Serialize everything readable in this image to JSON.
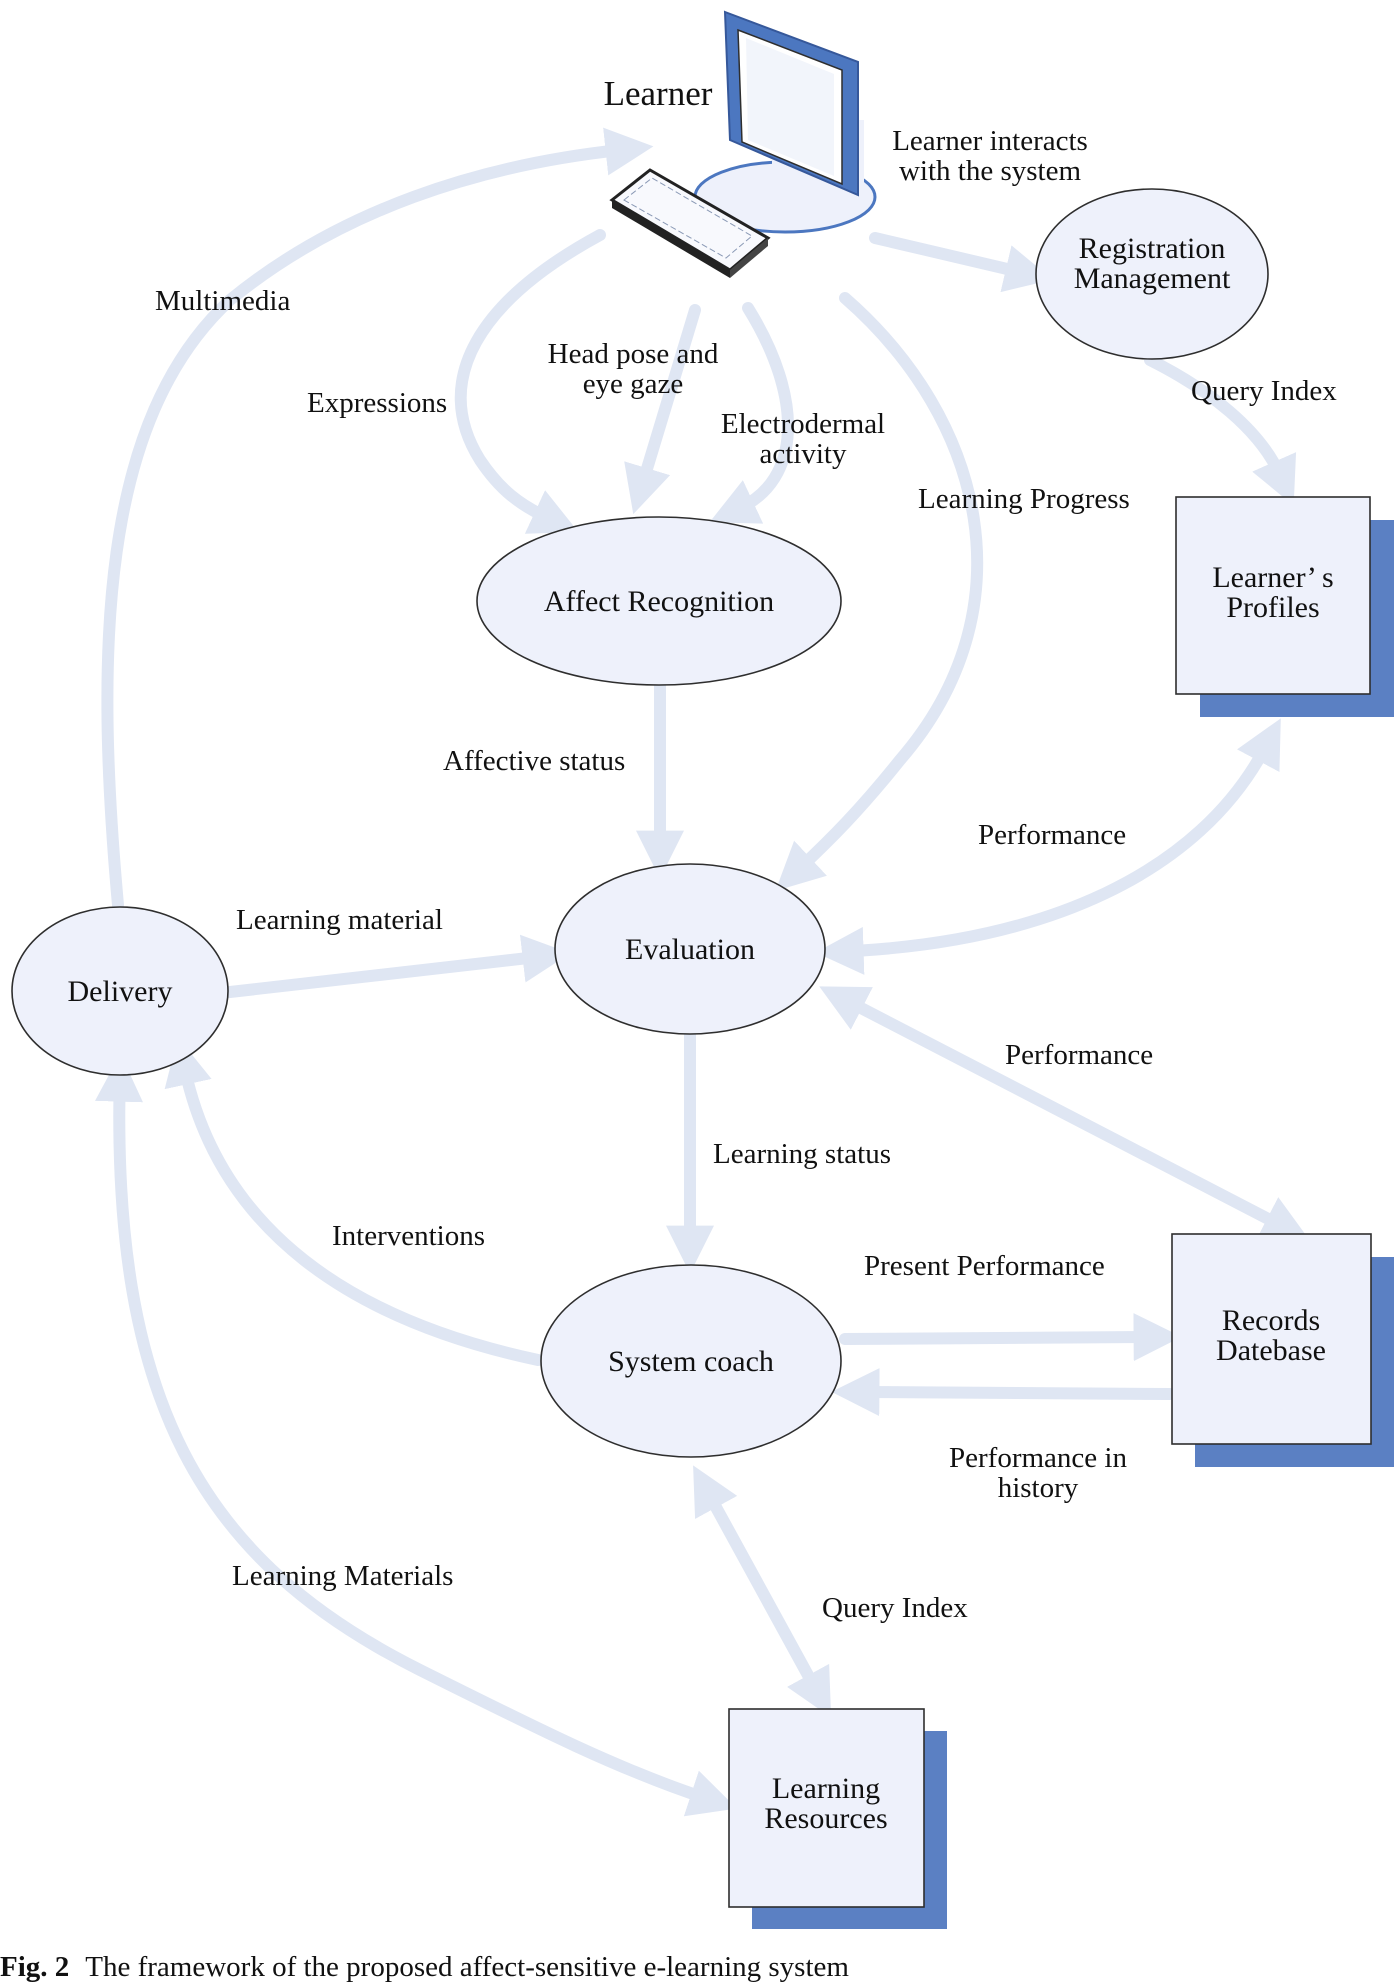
{
  "colors": {
    "arrow": "#dfe6f3",
    "node_fill": "#eef1fb",
    "store_shadow": "#5b80c3",
    "monitor_frame": "#4c77c0"
  },
  "icons": {
    "learner": "computer-monitor-and-keyboard-icon"
  },
  "learner": {
    "label": "Learner",
    "interaction_note": [
      "Learner interacts",
      "with the system"
    ]
  },
  "nodes": {
    "registration": [
      "Registration",
      "Management"
    ],
    "affect_recognition": [
      "Affect Recognition"
    ],
    "evaluation": [
      "Evaluation"
    ],
    "delivery": [
      "Delivery"
    ],
    "system_coach": [
      "System coach"
    ]
  },
  "stores": {
    "learner_profiles": [
      "Learner’ s",
      "Profiles"
    ],
    "records_database": [
      "Records",
      "Datebase"
    ],
    "learning_resources": [
      "Learning",
      "Resources"
    ]
  },
  "edges": {
    "multimedia": [
      "Multimedia"
    ],
    "expressions": [
      "Expressions"
    ],
    "head_pose": [
      "Head pose and",
      "eye gaze"
    ],
    "electrodermal": [
      "Electrodermal",
      "activity"
    ],
    "learning_progress": [
      "Learning Progress"
    ],
    "query_index_top": [
      "Query Index"
    ],
    "affective_status": [
      "Affective status"
    ],
    "performance_profiles": [
      "Performance"
    ],
    "learning_material": [
      "Learning material"
    ],
    "performance_records": [
      "Performance"
    ],
    "learning_status": [
      "Learning status"
    ],
    "interventions": [
      "Interventions"
    ],
    "present_performance": [
      "Present Performance"
    ],
    "performance_history": [
      "Performance in",
      "history"
    ],
    "learning_materials": [
      "Learning Materials"
    ],
    "query_index_bottom": [
      "Query Index"
    ]
  },
  "caption": {
    "label": "Fig. 2",
    "text": "The framework of the proposed affect-sensitive e-learning system"
  }
}
